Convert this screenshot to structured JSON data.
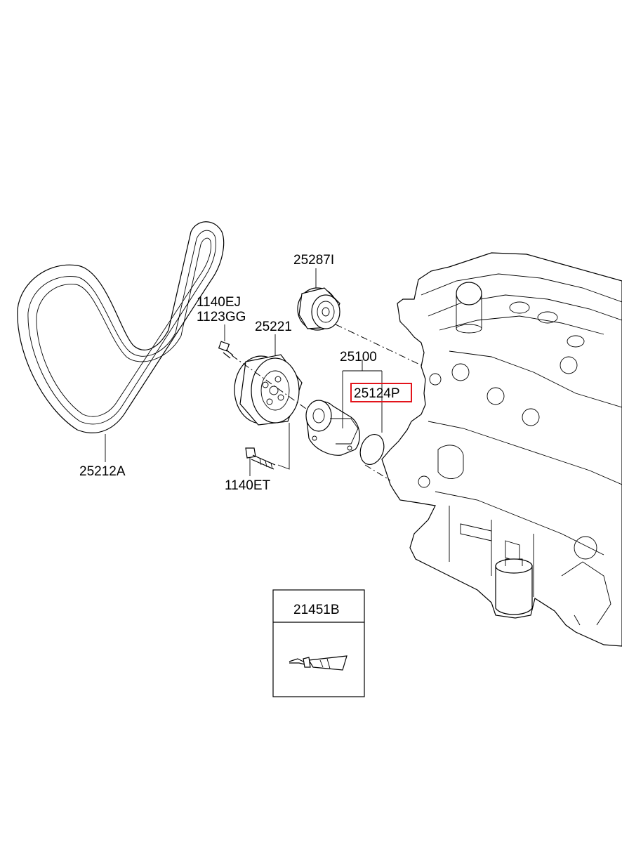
{
  "diagram": {
    "callouts": {
      "belt": "25212A",
      "bolt_upper_1": "1140EJ",
      "bolt_upper_2": "1123GG",
      "bolt_lower": "1140ET",
      "pulley": "25221",
      "idler": "25287I",
      "water_pump_assy": "25100",
      "gasket": "25124P",
      "sealant": "21451B"
    },
    "highlighted_callout": "25124P",
    "colors": {
      "line": "#000000",
      "highlight": "#e3141b",
      "background": "#ffffff"
    }
  }
}
